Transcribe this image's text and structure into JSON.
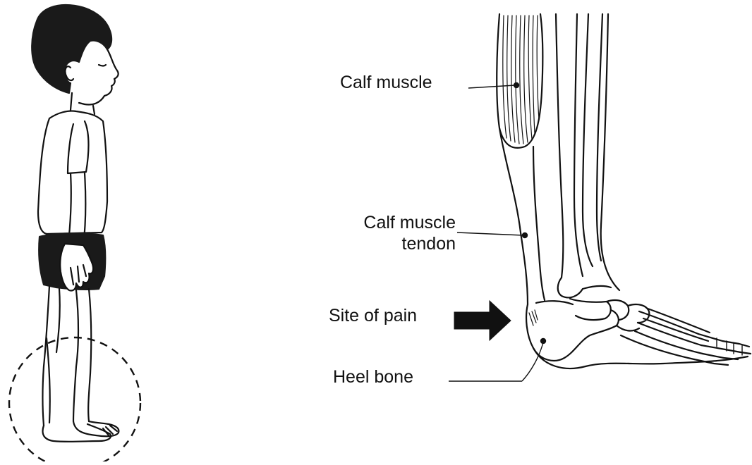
{
  "labels": {
    "calf_muscle": "Calf muscle",
    "calf_muscle_tendon_line1": "Calf muscle",
    "calf_muscle_tendon_line2": "tendon",
    "site_of_pain": "Site of pain",
    "heel_bone": "Heel bone"
  },
  "figures": {
    "left": "child-standing-side-view",
    "right": "lower-leg-and-foot-anatomy"
  },
  "colors": {
    "ink": "#111111",
    "hair": "#1a1a1a",
    "background": "#ffffff"
  }
}
